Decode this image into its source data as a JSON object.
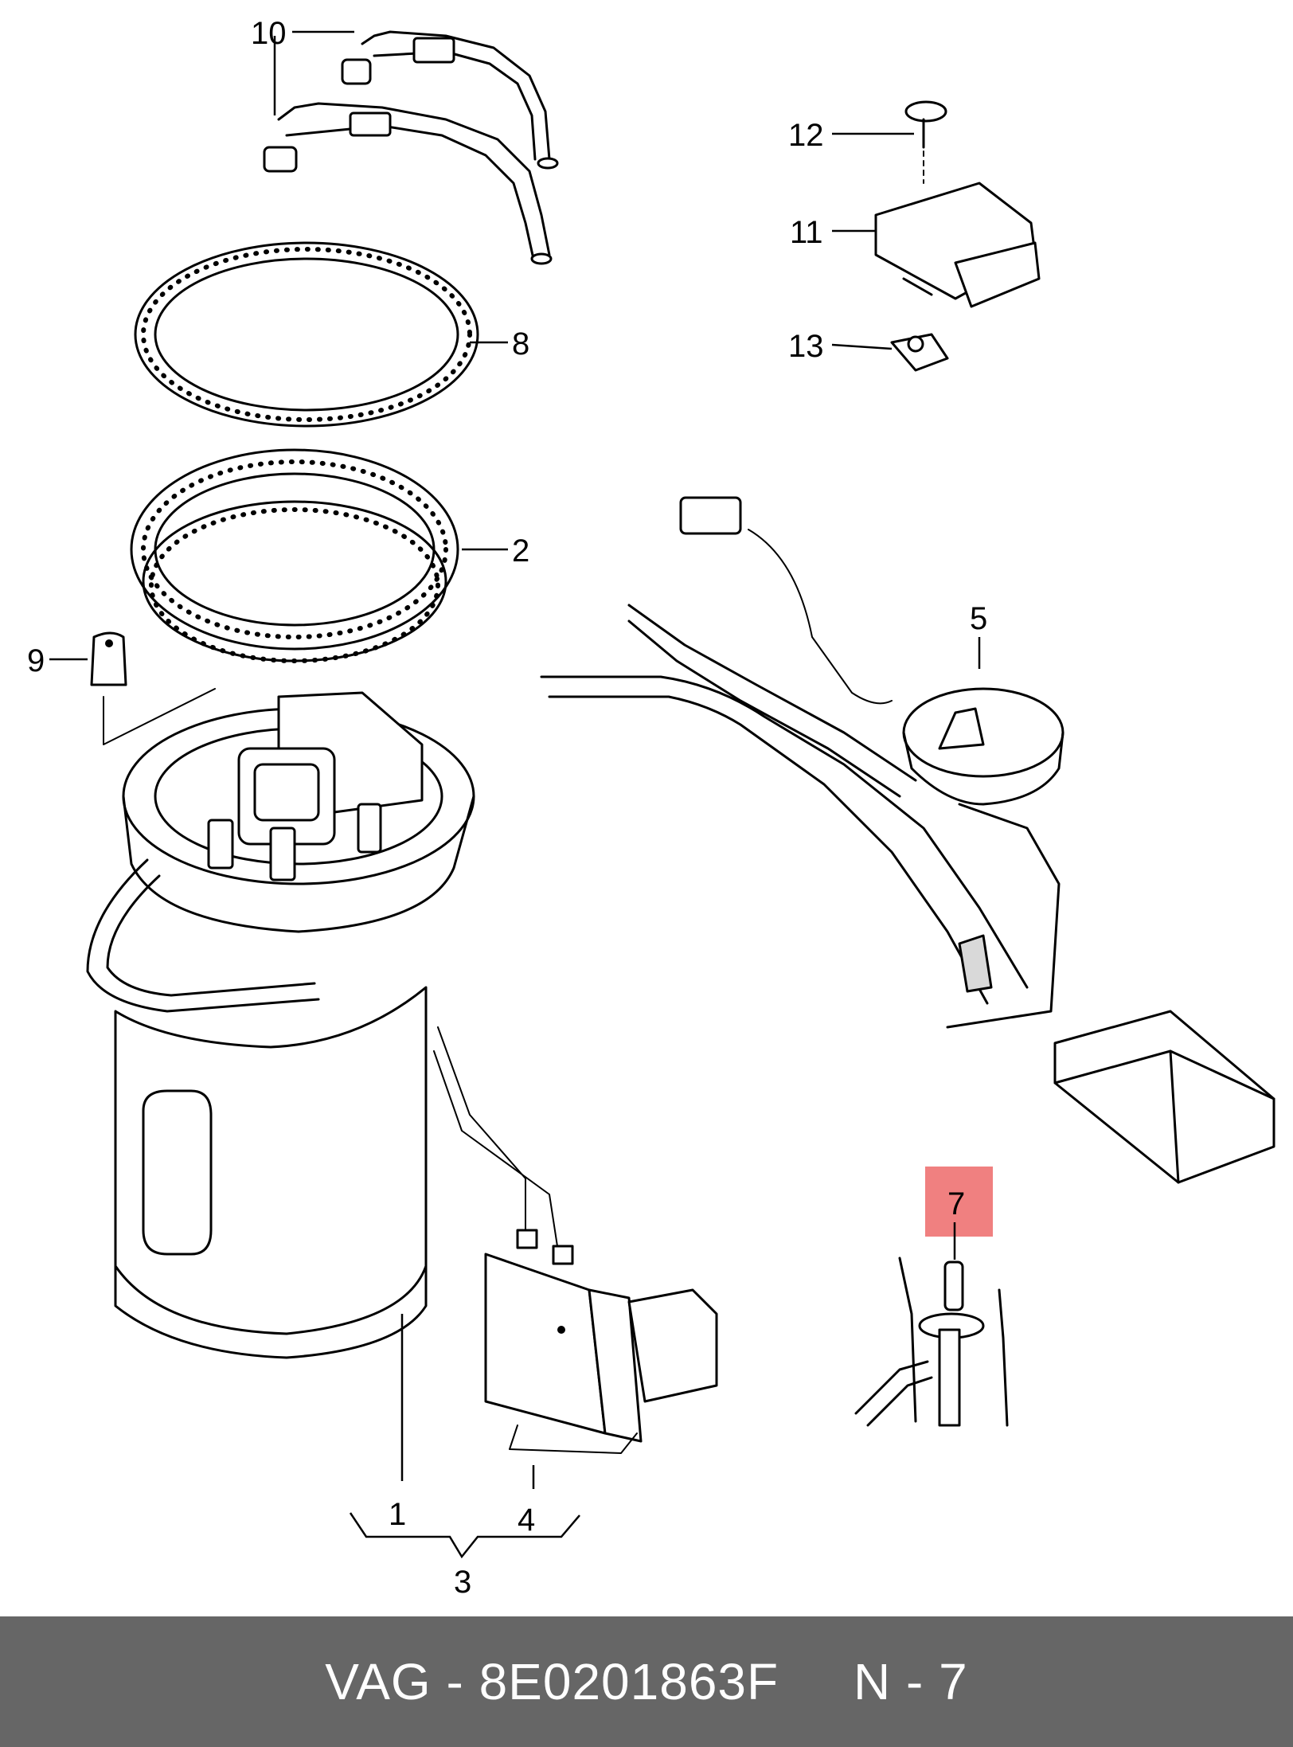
{
  "diagram": {
    "callouts": [
      {
        "id": "c10",
        "label": "10"
      },
      {
        "id": "c8",
        "label": "8"
      },
      {
        "id": "c2",
        "label": "2"
      },
      {
        "id": "c9",
        "label": "9"
      },
      {
        "id": "c12",
        "label": "12"
      },
      {
        "id": "c11",
        "label": "11"
      },
      {
        "id": "c13",
        "label": "13"
      },
      {
        "id": "c5",
        "label": "5"
      },
      {
        "id": "c7",
        "label": "7"
      },
      {
        "id": "c1",
        "label": "1"
      },
      {
        "id": "c4",
        "label": "4"
      },
      {
        "id": "c3",
        "label": "3"
      }
    ],
    "highlight_color": "#f08080"
  },
  "footer": {
    "text": "VAG - 8E0201863F     N - 7",
    "background": "#666666",
    "text_color": "#ffffff"
  }
}
